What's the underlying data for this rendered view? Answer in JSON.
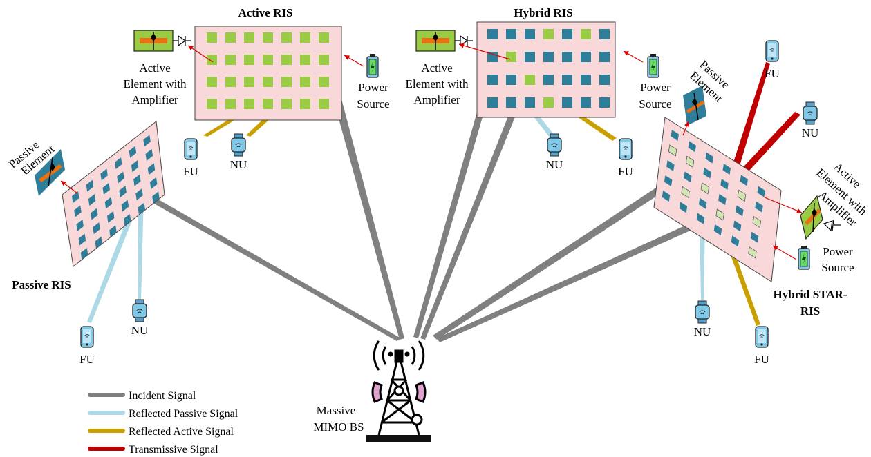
{
  "titles": {
    "active_ris": "Active RIS",
    "hybrid_ris": "Hybrid RIS",
    "passive_ris": "Passive RIS",
    "hybrid_star_ris_line1": "Hybrid STAR-",
    "hybrid_star_ris_line2": "RIS"
  },
  "labels": {
    "active_elem": [
      "Active",
      "Element with",
      "Amplifier"
    ],
    "power_source": [
      "Power",
      "Source"
    ],
    "passive_elem": [
      "Passive",
      "Element"
    ],
    "fu": "FU",
    "nu": "NU",
    "bs": [
      "Massive",
      "MIMO BS"
    ]
  },
  "legend": [
    {
      "label": "Incident Signal",
      "color": "#808080"
    },
    {
      "label": "Reflected Passive Signal",
      "color": "#add8e6"
    },
    {
      "label": "Reflected Active Signal",
      "color": "#c9a000"
    },
    {
      "label": "Transmissive Signal",
      "color": "#c00000"
    }
  ],
  "colors": {
    "panel_fill": "#f8d8d8",
    "passive_cell": "#2e7d99",
    "active_cell": "#99cc44",
    "incident": "#808080",
    "reflected_passive": "#add8e6",
    "reflected_active": "#c9a000",
    "transmissive": "#c00000"
  }
}
